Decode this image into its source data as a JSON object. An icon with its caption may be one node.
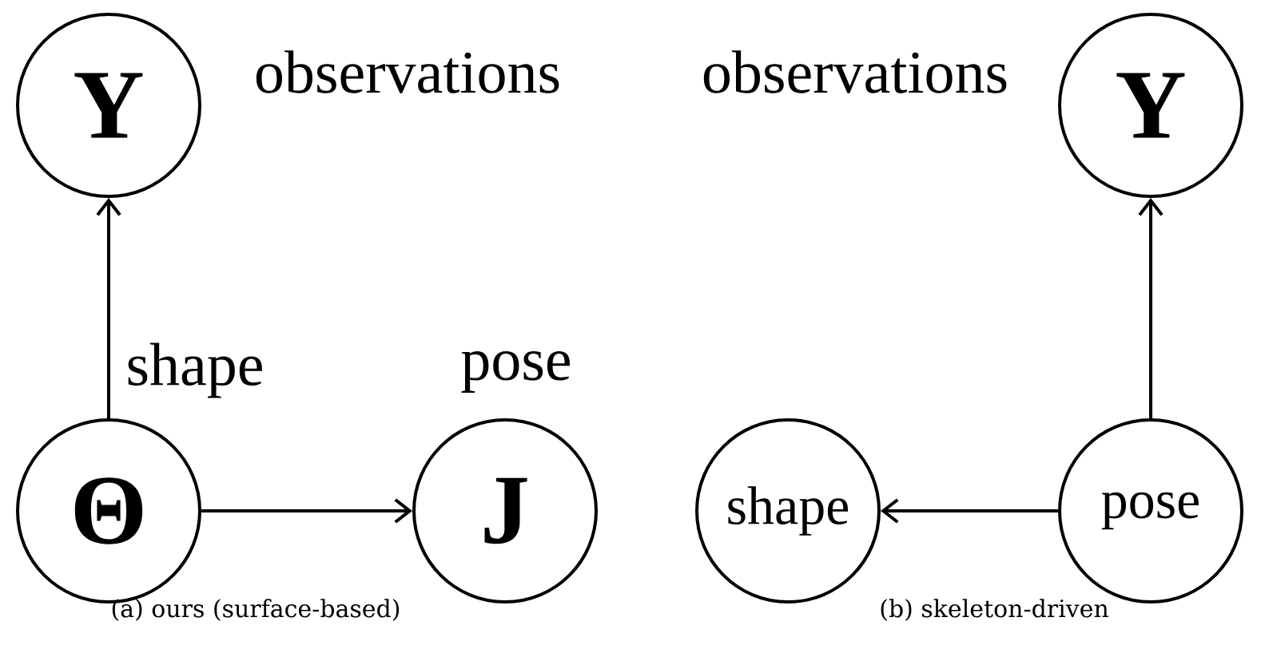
{
  "diagram": {
    "nodes": [
      {
        "text": [
          "Y"
        ],
        "beside": [
          "observations"
        ]
      },
      {
        "text": [
          "Θ"
        ],
        "beside": [
          "shape"
        ]
      },
      {
        "text": [
          "J"
        ],
        "beside": [
          "pose"
        ]
      },
      {
        "text": [
          "Y"
        ],
        "beside": [
          "observations"
        ]
      },
      {
        "text": [
          "shape"
        ]
      },
      {
        "text": [
          "pose"
        ]
      }
    ],
    "edges": [
      {
        "from": 1,
        "to": 0,
        "arrow": "to"
      },
      {
        "from": 1,
        "to": 2,
        "arrow": "to"
      },
      {
        "from": 5,
        "to": 4,
        "arrow": "to"
      },
      {
        "from": 5,
        "to": 3,
        "arrow": "to"
      }
    ],
    "labels": [
      "(a) ours (surface-based)",
      "(b) skeleton-driven"
    ]
  }
}
